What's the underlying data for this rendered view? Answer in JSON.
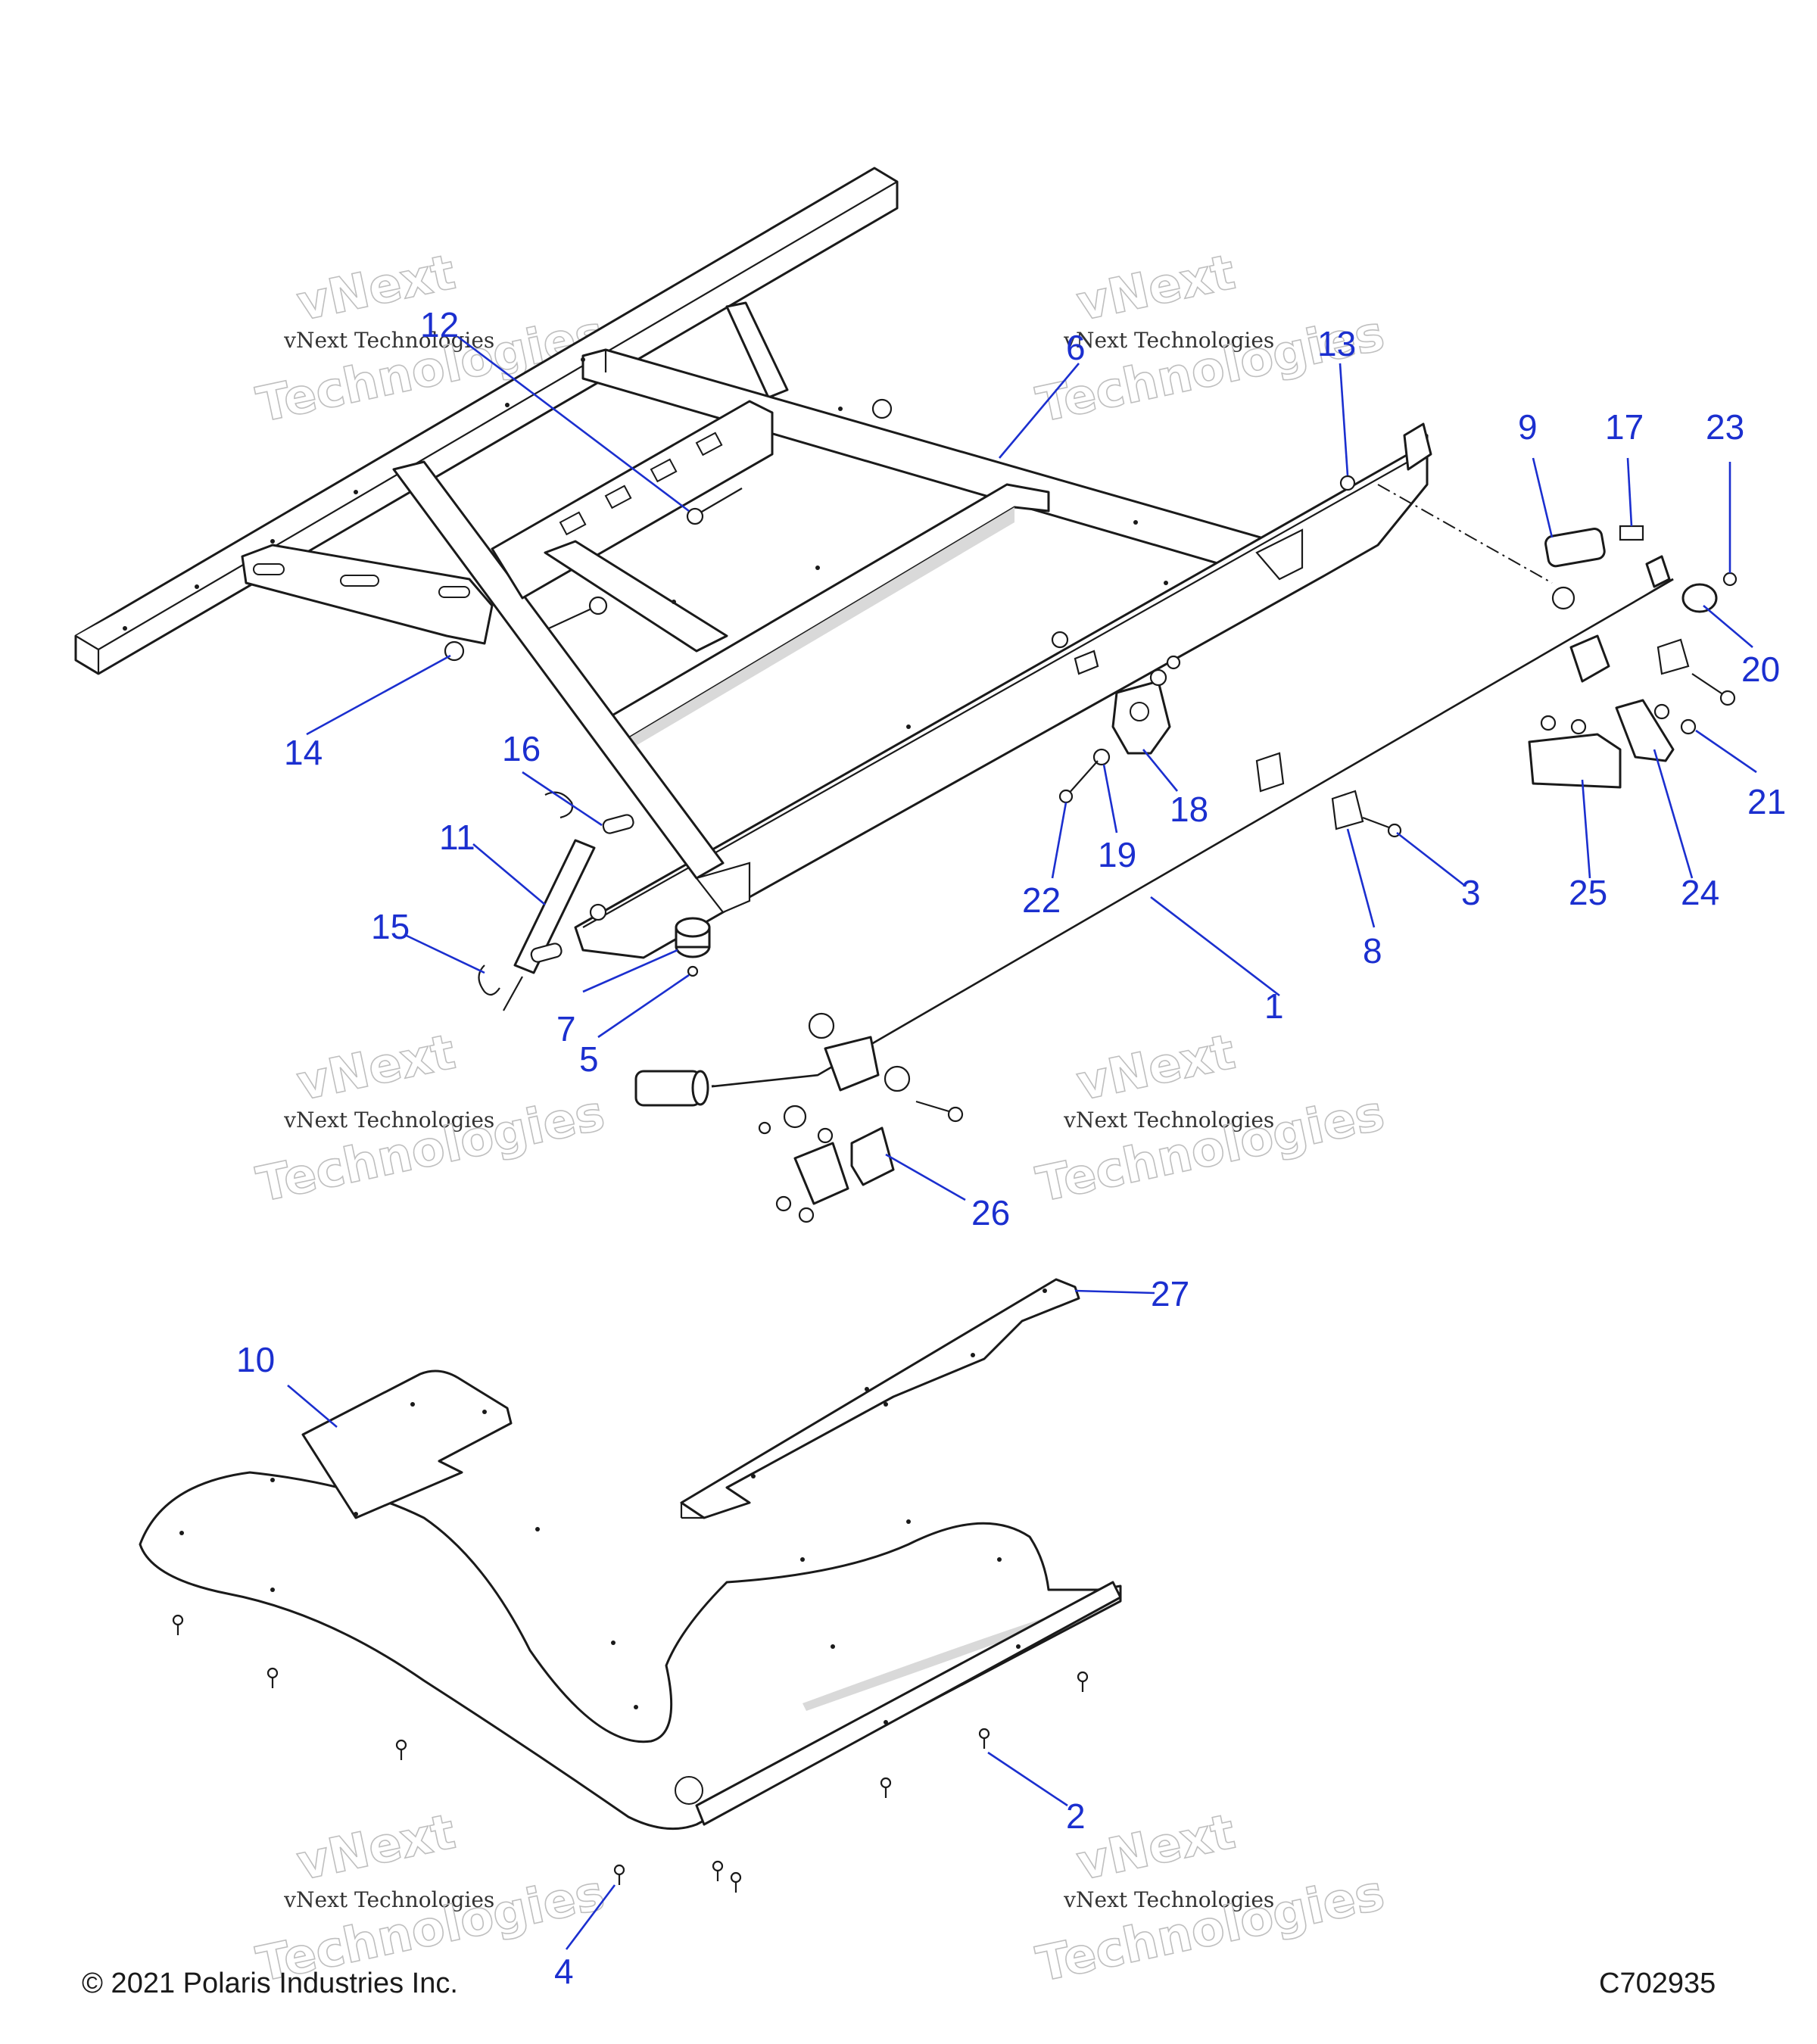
{
  "diagram": {
    "copyright": "© 2021 Polaris Industries Inc.",
    "figure_code": "C702935",
    "watermark": {
      "line1": "vNext Technologies",
      "line2": "vNext",
      "line3": "Technologies"
    },
    "callouts": [
      "1",
      "2",
      "3",
      "4",
      "5",
      "6",
      "7",
      "8",
      "9",
      "10",
      "11",
      "12",
      "13",
      "14",
      "15",
      "16",
      "17",
      "18",
      "19",
      "20",
      "21",
      "22",
      "23",
      "24",
      "25",
      "26",
      "27"
    ]
  }
}
